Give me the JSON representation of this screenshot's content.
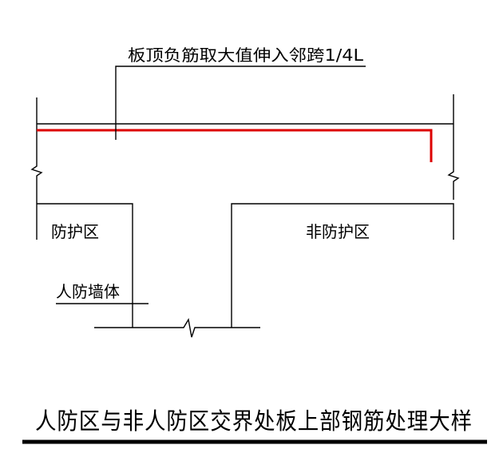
{
  "labels": {
    "rebar_note": "板顶负筋取大值伸入邻跨1/4L",
    "zone_protected": "防护区",
    "zone_unprotected": "非防护区",
    "wall_label": "人防墙体"
  },
  "title": "人防区与非人防区交界处板上部钢筋处理大样",
  "colors": {
    "line": "#000000",
    "rebar": "#dd0000",
    "background": "#ffffff"
  }
}
